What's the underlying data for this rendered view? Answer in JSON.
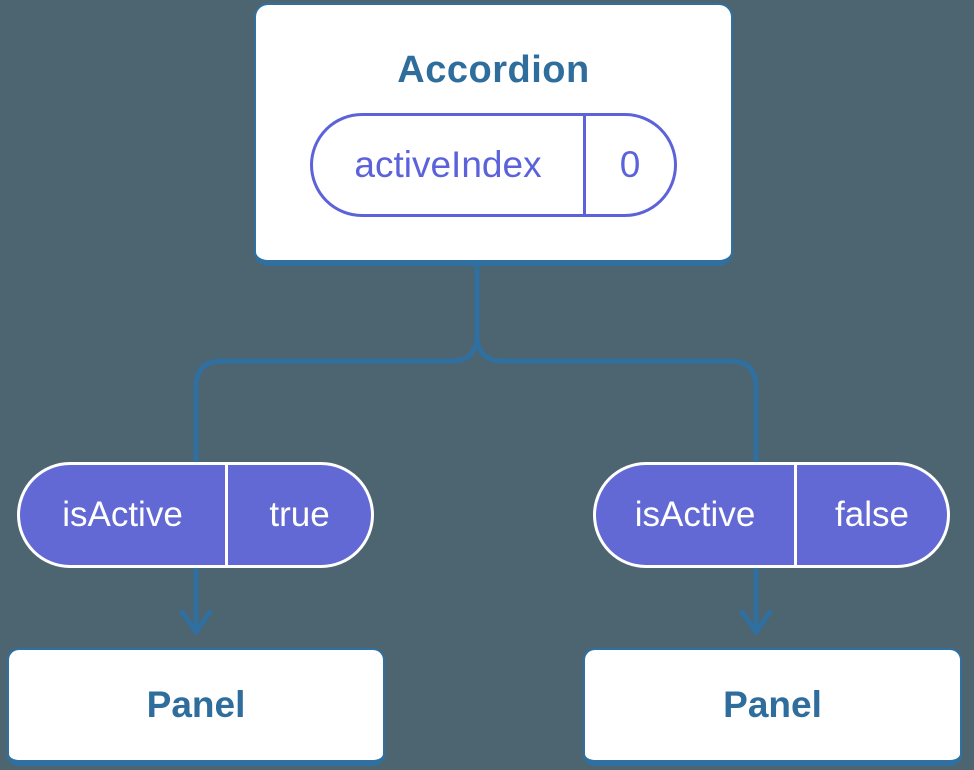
{
  "diagram": {
    "root": {
      "title": "Accordion",
      "prop": {
        "name": "activeIndex",
        "value": "0"
      }
    },
    "children": [
      {
        "state_name": "isActive",
        "state_value": "true",
        "panel_label": "Panel"
      },
      {
        "state_name": "isActive",
        "state_value": "false",
        "panel_label": "Panel"
      }
    ],
    "colors": {
      "background": "#4d6570",
      "connector_blue": "#2f70a1",
      "node_text_blue": "#2e6d9c",
      "purple_stroke": "#5c62da",
      "purple_fill": "#6269d4",
      "node_background": "#ffffff"
    }
  }
}
